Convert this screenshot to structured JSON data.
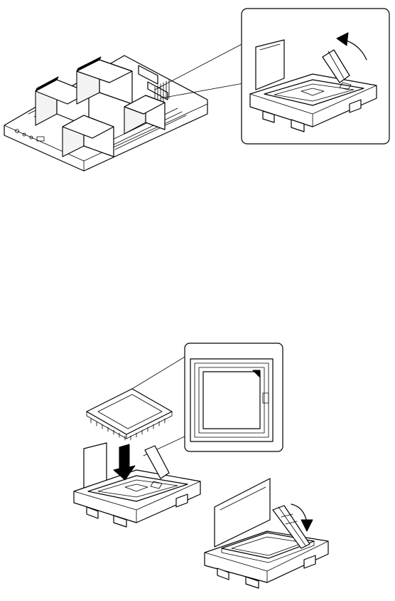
{
  "figures": [
    {
      "id": "lever-raise",
      "panels": [
        "system-board-view",
        "socket-lever-open-detail"
      ],
      "arrow_icon": "curved-arrow-up-icon"
    },
    {
      "id": "processor-insert",
      "panels": [
        "processor-over-socket",
        "socket-alignment-detail",
        "socket-lever-closed"
      ],
      "arrow_icons": [
        "down-arrow-icon",
        "curved-arrow-down-icon"
      ]
    }
  ],
  "colors": {
    "line": "#000000",
    "background": "#ffffff"
  }
}
